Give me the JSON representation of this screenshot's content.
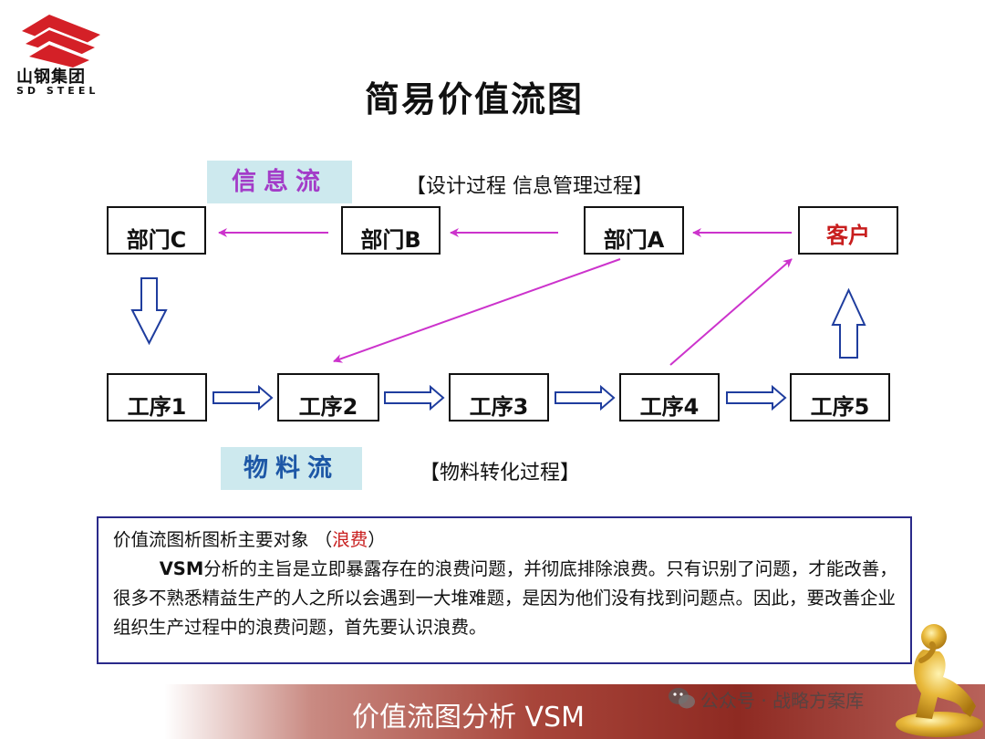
{
  "logo": {
    "name_cn": "山钢集团",
    "name_en": "SD STEEL",
    "brand_color": "#d42027"
  },
  "title": "简易价值流图",
  "info_flow": {
    "label": "信息流",
    "note": "【设计过程  信息管理过程】"
  },
  "material_flow": {
    "label": "物料流",
    "note": "【物料转化过程】"
  },
  "departments": {
    "c": "部门C",
    "b": "部门B",
    "a": "部门A"
  },
  "customer": "客户",
  "processes": [
    "工序1",
    "工序2",
    "工序3",
    "工序4",
    "工序5"
  ],
  "colors": {
    "info_arrow": "#cc33cc",
    "material_arrow": "#1f3d9e",
    "customer_text": "#c81e1e"
  },
  "textbox": {
    "heading": "价值流图析图析主要对象 （",
    "heading_highlight": "浪费",
    "heading_end": "）",
    "body_bold": "VSM",
    "body": "分析的主旨是立即暴露存在的浪费问题，并彻底排除浪费。只有识别了问题，才能改善，很多不熟悉精益生产的人之所以会遇到一大堆难题，是因为他们没有找到问题点。因此，要改善企业组织生产过程中的浪费问题，首先要认识浪费。"
  },
  "banner": {
    "text": "价值流图分析 VSM"
  },
  "watermark": {
    "text": "公众号 · 战略方案库"
  }
}
